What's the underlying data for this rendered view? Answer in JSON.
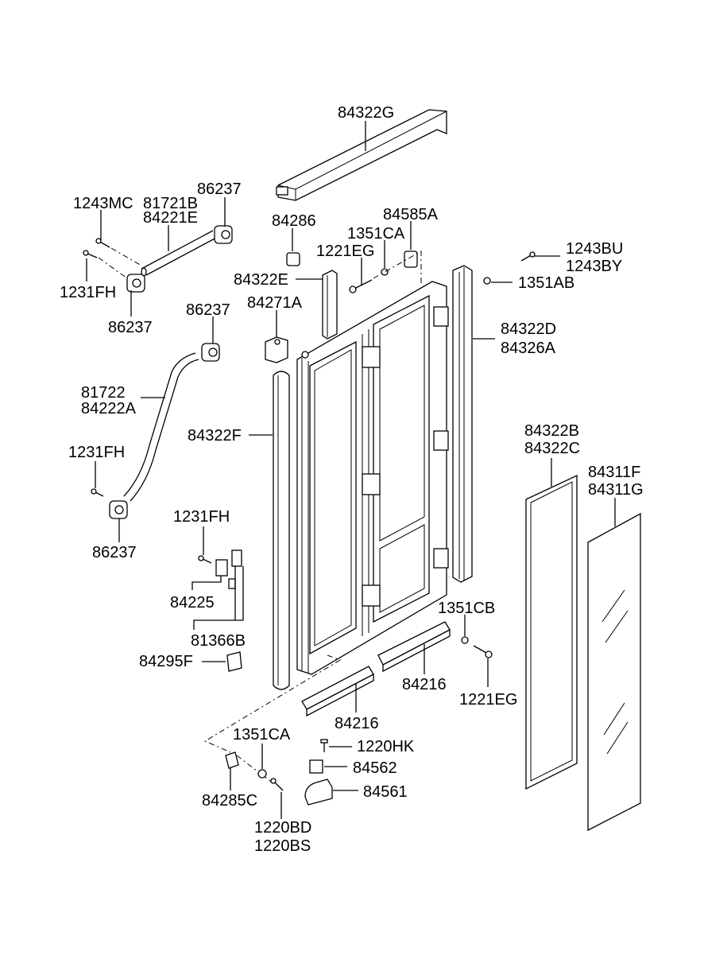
{
  "labels": {
    "p84322G": "84322G",
    "p1243MC": "1243MC",
    "p81721B": "81721B",
    "p84221E": "84221E",
    "p86237_a": "86237",
    "p1231FH_a": "1231FH",
    "p86237_b": "86237",
    "p84286": "84286",
    "p84585A": "84585A",
    "p1351CA_a": "1351CA",
    "p1221EG_a": "1221EG",
    "p84322E": "84322E",
    "p84271A": "84271A",
    "p1243BU": "1243BU",
    "p1243BY": "1243BY",
    "p1351AB": "1351AB",
    "p84322D": "84322D",
    "p84326A": "84326A",
    "p86237_c": "86237",
    "p81722": "81722",
    "p84222A": "84222A",
    "p84322F": "84322F",
    "p1231FH_b": "1231FH",
    "p86237_d": "86237",
    "p84322B": "84322B",
    "p84322C": "84322C",
    "p84311F": "84311F",
    "p84311G": "84311G",
    "p1231FH_c": "1231FH",
    "p84225": "84225",
    "p81366B": "81366B",
    "p84295F": "84295F",
    "p1351CB": "1351CB",
    "p84216_a": "84216",
    "p1221EG_b": "1221EG",
    "p84216_b": "84216",
    "p1351CA_b": "1351CA",
    "p1220HK": "1220HK",
    "p84562": "84562",
    "p84561": "84561",
    "p84285C": "84285C",
    "p1220BD": "1220BD",
    "p1220BS": "1220BS"
  }
}
